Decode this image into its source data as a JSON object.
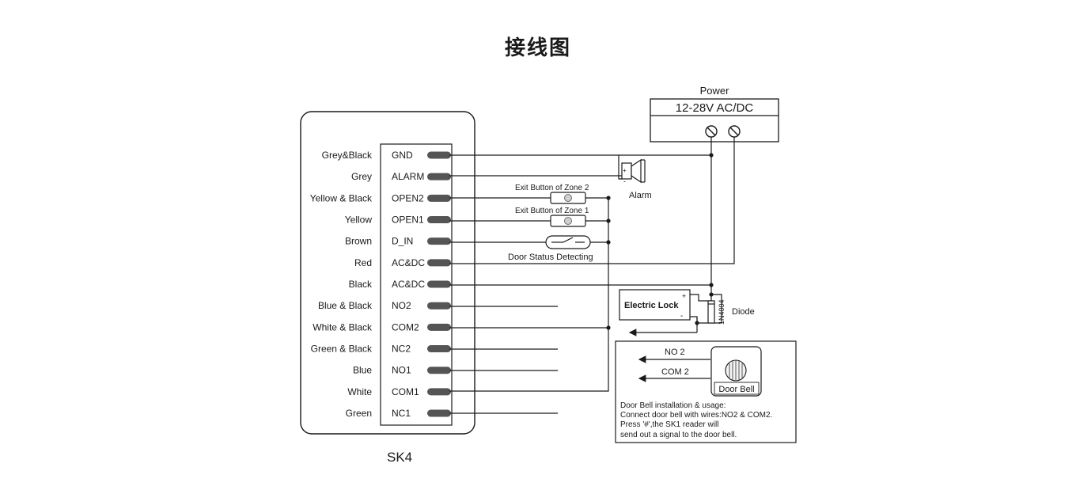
{
  "title": "接线图",
  "device_name": "SK4",
  "wires": [
    {
      "color": "Grey&Black",
      "pin": "GND"
    },
    {
      "color": "Grey",
      "pin": "ALARM"
    },
    {
      "color": "Yellow & Black",
      "pin": "OPEN2"
    },
    {
      "color": "Yellow",
      "pin": "OPEN1"
    },
    {
      "color": "Brown",
      "pin": "D_IN"
    },
    {
      "color": "Red",
      "pin": "AC&DC"
    },
    {
      "color": "Black",
      "pin": "AC&DC"
    },
    {
      "color": "Blue & Black",
      "pin": "NO2"
    },
    {
      "color": "White & Black",
      "pin": "COM2"
    },
    {
      "color": "Green & Black",
      "pin": "NC2"
    },
    {
      "color": "Blue",
      "pin": "NO1"
    },
    {
      "color": "White",
      "pin": "COM1"
    },
    {
      "color": "Green",
      "pin": "NC1"
    }
  ],
  "power": {
    "label": "Power",
    "spec": "12-28V AC/DC"
  },
  "alarm": {
    "label": "Alarm",
    "plus": "+",
    "minus": "-"
  },
  "exit_zone2": "Exit Button of Zone 2",
  "exit_zone1": "Exit Button of Zone 1",
  "door_status": "Door Status Detecting",
  "electric_lock": {
    "label": "Electric Lock",
    "plus": "+",
    "minus": "-"
  },
  "diode": {
    "label": "Diode",
    "part": "1N4004"
  },
  "door_bell": {
    "label": "Door Bell",
    "no2": "NO 2",
    "com2": "COM 2",
    "notes": [
      "Door Bell installation & usage:",
      "Connect door bell with wires:NO2 & COM2.",
      "Press '#',the SK1 reader will",
      "send out  a signal to the door bell."
    ]
  }
}
